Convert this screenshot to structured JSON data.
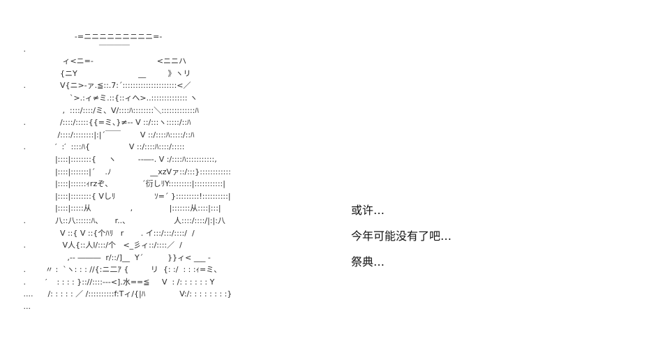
{
  "art_lines": [
    "                      -=ニニニニニニニニニ=-",
    " .                              ￣￣￣￣",
    "                 ィ<ニ=-                          <ニニハ",
    "                {ニY                         __         》ヽリ",
    " .              V{ニ>-ァ.≦::.7:´:::::::::::::::::::::<／",
    "                    `>.:ィ≠ミ.::{::ィへ>..:::::::::::::: ヽ",
    "                 ,  ::::/::::/ミ、V/::::ﾊ::::::::＼:::::::::::::ﾊ",
    " .              /::::/:::::{{=ミ、}≠-‐ V ::/:::ヽ:::::/::ﾊ",
    "               /::::/::::::::|:|´￣￣        V ::/::::ﾊ:::::/::ﾊ",
    " .            ′  :′  ::::ﾊ{                V ::/::::ﾊ::::/:::::",
    "              |::::|::::::::{     ヽ         -‐―-. V :/::::ﾊ:::::::::::,",
    "              |::::|:::::::|´    .ﾉ                __xzVァ::/:::}::::::::::::",
    "              |::::|::::::ｨrzぞ、            ´衍しﾘY:::::::::|:::::::::::|",
    "              |::::|::::::::{ Vしﾘ                ｿ=´ }:::::::::!::::::::::|",
    "              |::::|:::::从                ,               |:::::::从::::|:::|",
    " .            八::八::::::ﾊ、     r..、                  人::::/::::/|:|:八",
    "                V ::{ V ::{个ﾊﾘ   r       . イ:::/:::/::::/  /",
    " .               V人{::人l/:::/个   <_彡ィ::/::::／  /",
    "                   ,-- ―――  r/::/]__  Y´          }}ィ< ___ -",
    " .        〃 :  `ヽ: : : //{:ニ二ｱ {         リ  {: :/  : : :ｨ=ミ、",
    " .        ′    : : : : }:://::::‐‐‐<].水==≦     V  : /: : : : : : Y",
    " ....      /: : : : : ／ /::::::::::f:Tィ/{|ﾊ              V:/: : : : : : : :}",
    " ..."
  ],
  "dialogue": [
    "或许…",
    "今年可能没有了吧…",
    "祭典…"
  ]
}
